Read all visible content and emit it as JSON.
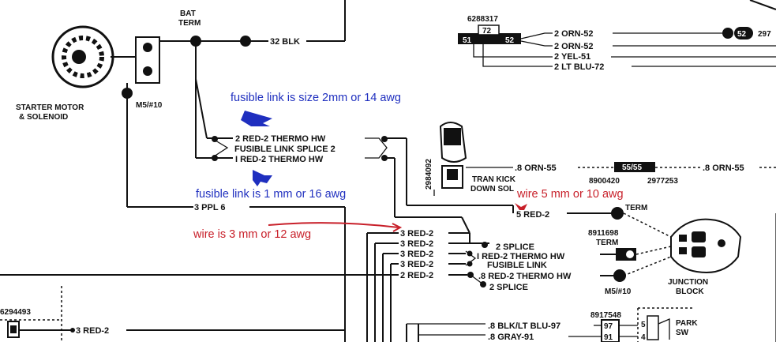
{
  "diagram": {
    "components": {
      "bat_term": "BAT\nTERM",
      "starter": "STARTER MOTOR\n& SOLENOID",
      "m5_10_left": "M5/#10",
      "connector_part": "6288317",
      "connector_pins": [
        "51",
        "72",
        "52"
      ],
      "sensor_id": "2984092",
      "tran_kick": "TRAN KICK\nDOWN SOL",
      "connector_right_part": "8900420",
      "connector_right_part2": "2977253",
      "connector_right_label": "55/55",
      "term_right": "TERM",
      "part_8911698": "8911698",
      "term_2": "TERM",
      "m5_10_right": "M5/#10",
      "junction_block": "JUNCTION\nBLOCK",
      "part_6294493": "6294493",
      "part_89175": "8917548",
      "park_sw": "PARK\nSW",
      "ref_297": "297",
      "pin_5": "5",
      "pin_4": "4",
      "pin_97": "97",
      "pin_91": "91",
      "connector_52": "52"
    },
    "wire_labels": {
      "blk_32": "32 BLK",
      "orn_52_a": "2  ORN-52",
      "orn_52_b": "2  ORN-52",
      "yel_51": "2  YEL-51",
      "lt_blu_72": "2  LT BLU-72",
      "red2_thermo_top": "2 RED-2  THERMO  HW",
      "fusible_splice": "FUSIBLE LINK SPLICE 2",
      "red2_thermo_bottom": "I  RED-2  THERMO  HW",
      "ppl_3": "3  PPL  6",
      "orn55_a": ".8  ORN-55",
      "orn55_b": ".8  ORN-55",
      "red2_5": "5  RED-2",
      "red_3a": "3  RED-2",
      "red_3b": "3  RED-2",
      "red_3c": "3  RED-2",
      "red_3d": "3  RED-2",
      "red_2": "2  RED-2",
      "splice_a": "2  SPLICE",
      "red2_thermo_mid": "I  RED-2 THERMO  HW",
      "fusible_link": "FUSIBLE LINK",
      "red2_thermo_low": ".8  RED-2  THERMO  HW",
      "splice_b": "2  SPLICE",
      "red_3e": "3  RED-2",
      "blk_lt_blu": ".8  BLK/LT BLU-97",
      "gray_91": ".8  GRAY-91"
    },
    "annotations": {
      "fusible_2mm": "fusible link is size 2mm  or 14 awg",
      "fusible_1mm": "fusible link is 1 mm or 16 awg",
      "wire_5mm": "wire 5 mm or 10 awg",
      "wire_3mm": "wire is 3 mm or 12 awg"
    },
    "colors": {
      "annotation_blue": "#1f2fbf",
      "annotation_red": "#c8202a",
      "ink": "#111111"
    }
  }
}
